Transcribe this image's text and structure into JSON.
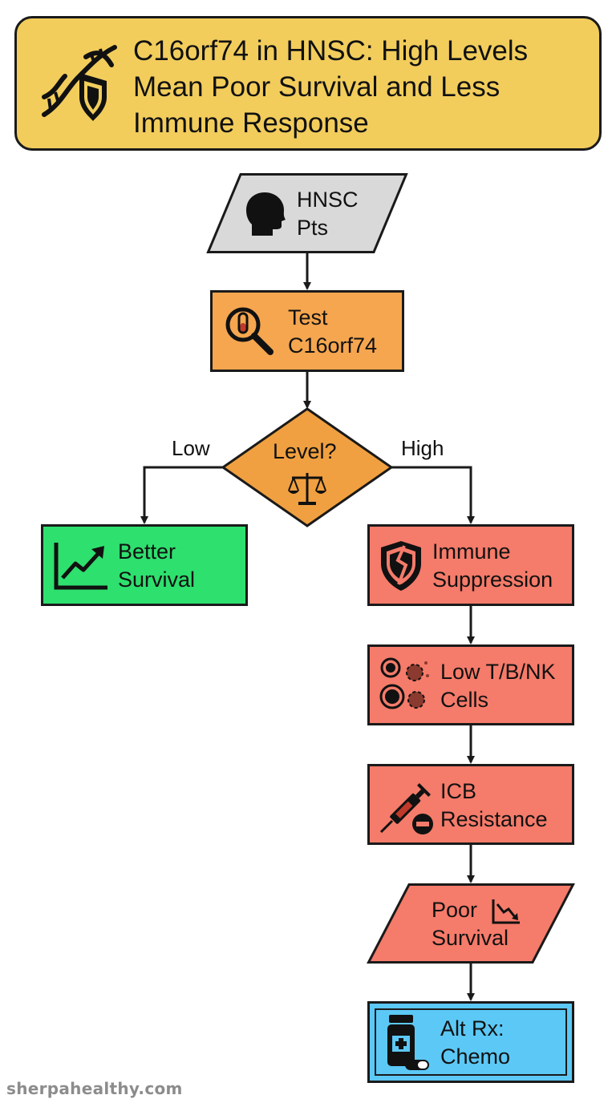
{
  "title": {
    "text": "C16orf74 in HNSC: High Levels Mean Poor Survival and Less Immune Response",
    "icon": "dna-shield-icon"
  },
  "colors": {
    "title_fill": "#f2cd5c",
    "input_fill": "#d9d9d9",
    "test_fill": "#f5a64f",
    "decision_fill": "#f0a040",
    "low_outcome_fill": "#2ee06e",
    "high_path_fill": "#f57b6a",
    "treatment_fill": "#5cc8f5",
    "stroke": "#1a1a1a"
  },
  "nodes": {
    "patients": {
      "line1": "HNSC",
      "line2": "Pts",
      "icon": "head-silhouette-icon"
    },
    "test": {
      "line1": "Test",
      "line2": "C16orf74",
      "icon": "magnifier-test-tube-icon"
    },
    "decision": {
      "label": "Level?",
      "icon": "balance-scale-icon"
    },
    "better_survival": {
      "line1": "Better",
      "line2": "Survival",
      "icon": "trend-up-chart-icon"
    },
    "immune_suppression": {
      "line1": "Immune",
      "line2": "Suppression",
      "icon": "broken-shield-icon"
    },
    "low_cells": {
      "line1": "Low T/B/NK",
      "line2": "Cells",
      "icon": "immune-cells-icon"
    },
    "icb_resistance": {
      "line1": "ICB",
      "line2": "Resistance",
      "icon": "syringe-minus-icon"
    },
    "poor_survival": {
      "line1": "Poor",
      "line2": "Survival",
      "icon": "trend-down-chart-icon"
    },
    "alt_rx": {
      "line1": "Alt Rx:",
      "line2": "Chemo",
      "icon": "medicine-bottle-icon"
    }
  },
  "branches": {
    "low": "Low",
    "high": "High"
  },
  "watermark": "sherpahealthy.com"
}
